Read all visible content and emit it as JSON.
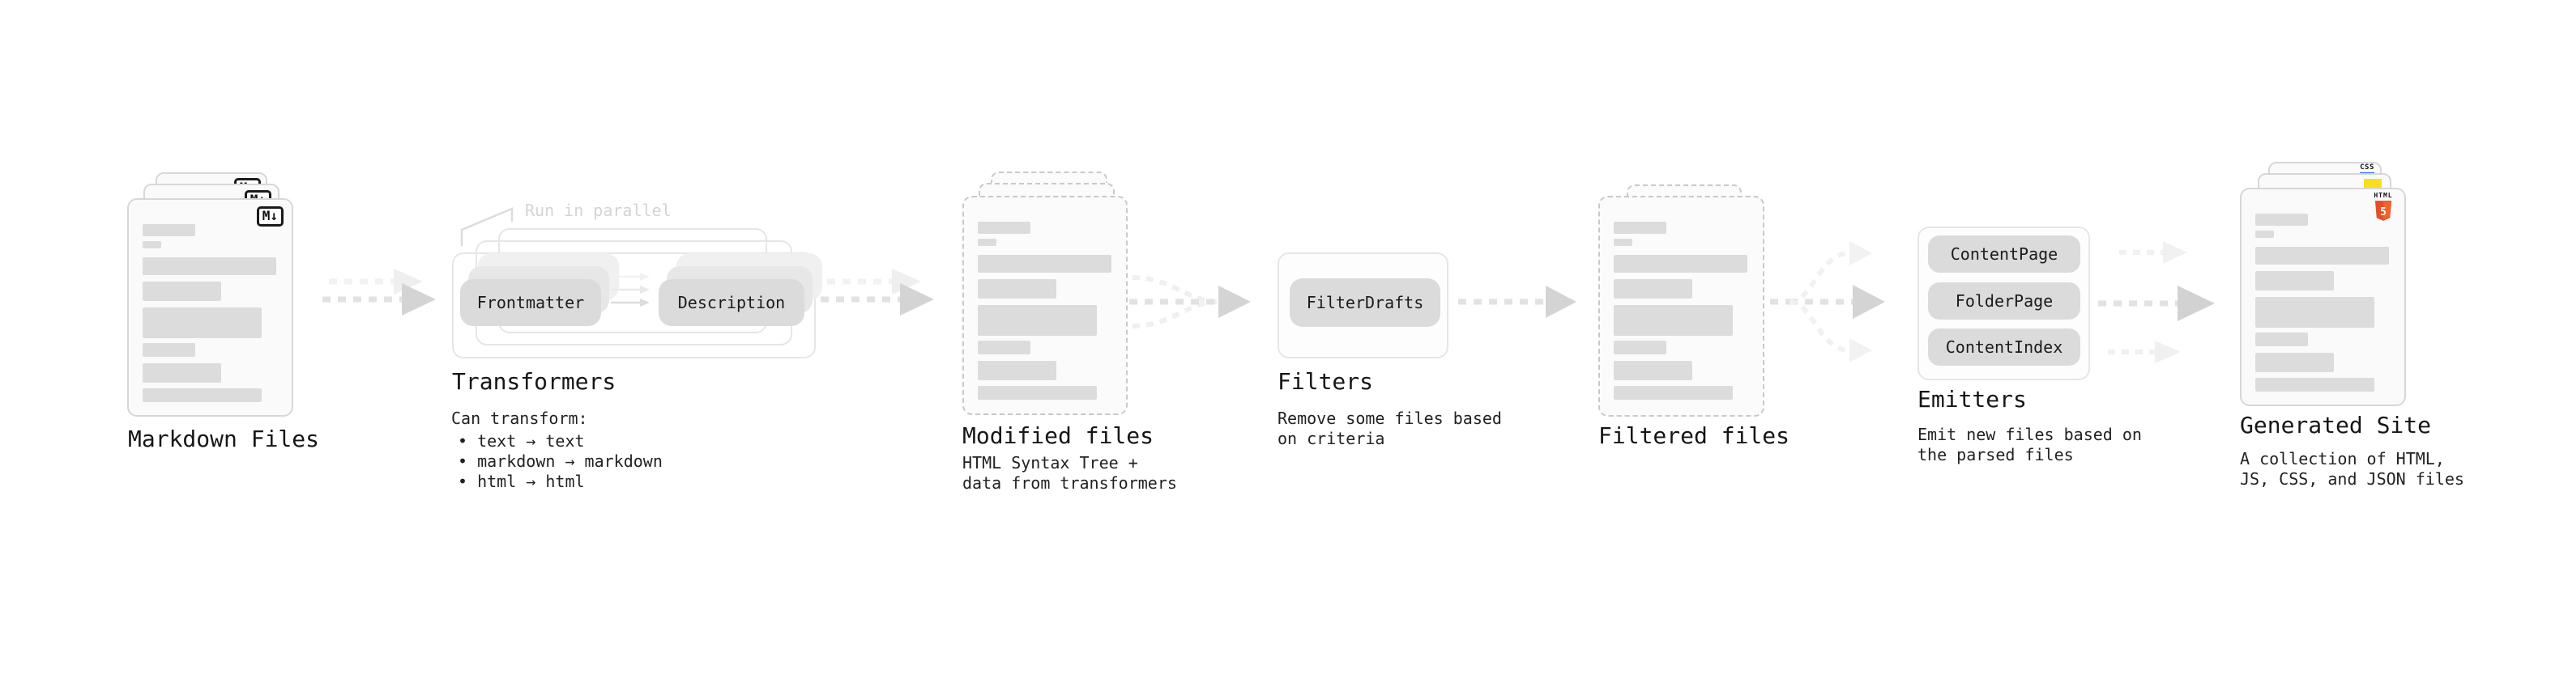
{
  "colors": {
    "pill_gray": "#dbdbdb",
    "card_border": "#d7d7d7",
    "dashed_border": "#c9c9c9",
    "skeleton_gray": "#dcdcdc",
    "annotation_gray": "#d4d4d4",
    "html5_orange": "#e44d26",
    "html5_orange_light": "#f16529",
    "js_yellow": "#f7df1e",
    "css_blue": "#2965f1"
  },
  "stages": {
    "markdown": {
      "label": "Markdown Files",
      "badge": "M↓"
    },
    "transformers": {
      "label": "Transformers",
      "annotation": "Run in parallel",
      "pill_left": "Frontmatter",
      "pill_right": "Description",
      "note_intro": "Can transform:",
      "bullets": [
        "• text → text",
        "• markdown → markdown",
        "• html → html"
      ]
    },
    "modified": {
      "label": "Modified files",
      "notes": [
        "HTML Syntax Tree +",
        "data from transformers"
      ]
    },
    "filters": {
      "label": "Filters",
      "pill": "FilterDrafts",
      "notes": [
        "Remove some files based",
        "on criteria"
      ]
    },
    "filtered": {
      "label": "Filtered files"
    },
    "emitters": {
      "label": "Emitters",
      "pills": [
        "ContentPage",
        "FolderPage",
        "ContentIndex"
      ],
      "notes": [
        "Emit new files based on",
        "the parsed files"
      ]
    },
    "generated": {
      "label": "Generated Site",
      "notes": [
        "A collection of HTML,",
        "JS, CSS, and JSON files"
      ],
      "badge_css": "CSS",
      "badge_html_text": "HTML",
      "badge_html_number": "5"
    }
  }
}
